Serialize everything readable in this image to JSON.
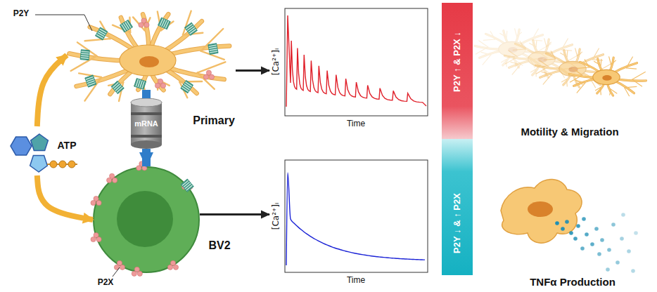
{
  "diagram": {
    "nodes": [
      {
        "text": [
          "ATP"
        ]
      },
      {
        "text": [
          "Primary"
        ]
      },
      {
        "text": [
          "mRNA"
        ]
      },
      {
        "text": [
          "BV2"
        ]
      },
      {
        "text": [
          "[Ca²⁺]ᵢ",
          "Time"
        ]
      },
      {
        "text": [
          "[Ca²⁺]ᵢ",
          "Time"
        ]
      },
      {
        "text": [
          "P2Y ↑ & P2X ↓",
          "P2Y ↓ & ↑ P2X"
        ]
      },
      {
        "text": [
          "Motility & Migration"
        ]
      },
      {
        "text": [
          "TNFα Production"
        ]
      }
    ],
    "edges": [
      {
        "from": 0,
        "to": 1,
        "arrow": "to"
      },
      {
        "from": 0,
        "to": 3,
        "arrow": "to"
      },
      {
        "from": 1,
        "to": 2,
        "arrow": "none"
      },
      {
        "from": 2,
        "to": 3,
        "arrow": "to"
      },
      {
        "from": 1,
        "to": 4,
        "arrow": "to"
      },
      {
        "from": 3,
        "to": 5,
        "arrow": "to"
      }
    ],
    "labels": [
      "P2Y",
      "P2X"
    ]
  }
}
